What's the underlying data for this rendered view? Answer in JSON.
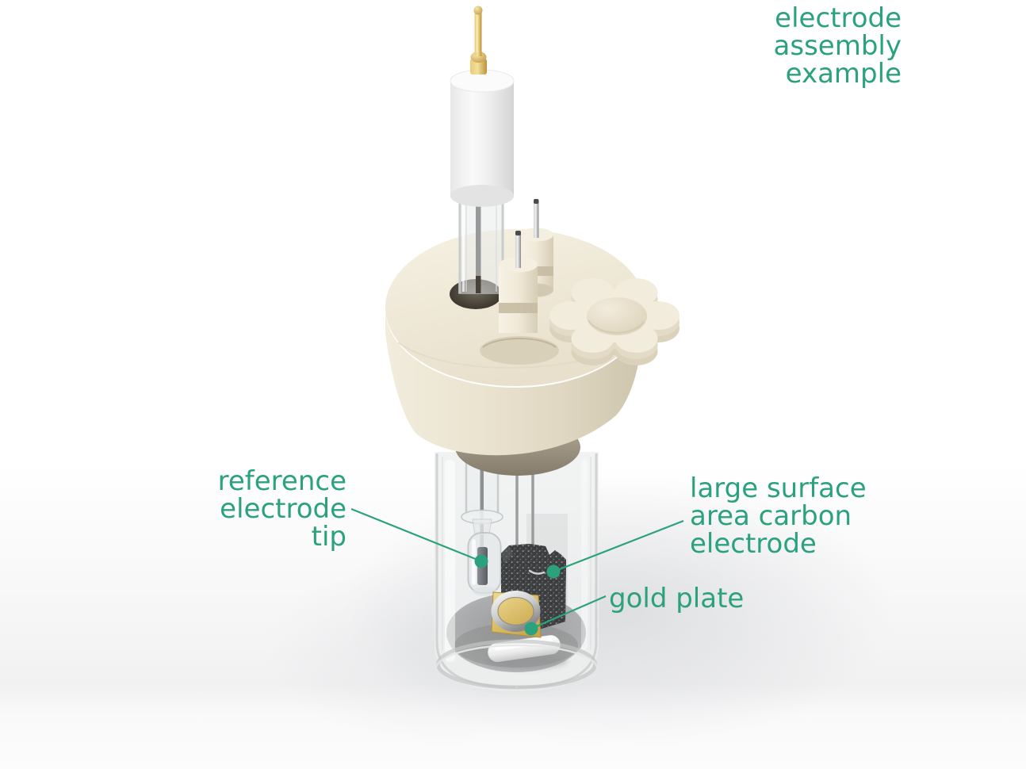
{
  "title": {
    "text": "electrode\nassembly\nexample"
  },
  "annotations": {
    "reference_electrode_tip": {
      "text": "reference\nelectrode\ntip"
    },
    "carbon_electrode": {
      "text": "large surface\narea carbon\nelectrode"
    },
    "gold_plate": {
      "text": "gold plate"
    }
  },
  "colors": {
    "accent": "#2ba27d",
    "cap_cream": "#ece4d1",
    "seal_taupe": "#a89f8e",
    "gold": "#d4aa4e",
    "glass": "#edf0f0",
    "carbon": "#3e4042",
    "stir_bar": "#f4f4f4",
    "background": "#ffffff"
  },
  "parts": [
    "gold-connector-pin",
    "reference-electrode-body",
    "upper-glass-tube",
    "cell-cap",
    "counter-electrode-port",
    "working-electrode-port",
    "knurled-nut",
    "cap-seal",
    "glass-cell-vial",
    "reference-electrode-tip",
    "carbon-electrode",
    "gold-plate",
    "stir-bar"
  ]
}
